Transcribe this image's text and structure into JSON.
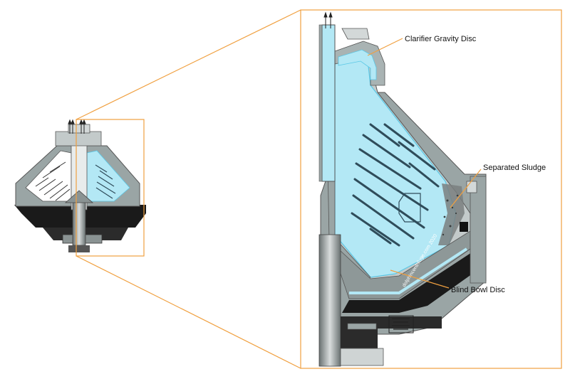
{
  "labels": {
    "clarifier_gravity_disc": "Clarifier Gravity Disc",
    "separated_sludge": "Separated Sludge",
    "blind_bowl_disc": "Blind Bowl Disc"
  },
  "watermark": "dolphincentrifuge.com 2020",
  "colors": {
    "liquid": "#b3e8f5",
    "liquid_stroke": "#5bc8e6",
    "bowl_dark": "#7e8b8b",
    "bowl_mid": "#a9b3b3",
    "bowl_light": "#d3d8d8",
    "callout": "#f0a040",
    "sludge": "#7a7f7f",
    "disc_bar": "#2f4c5a"
  }
}
